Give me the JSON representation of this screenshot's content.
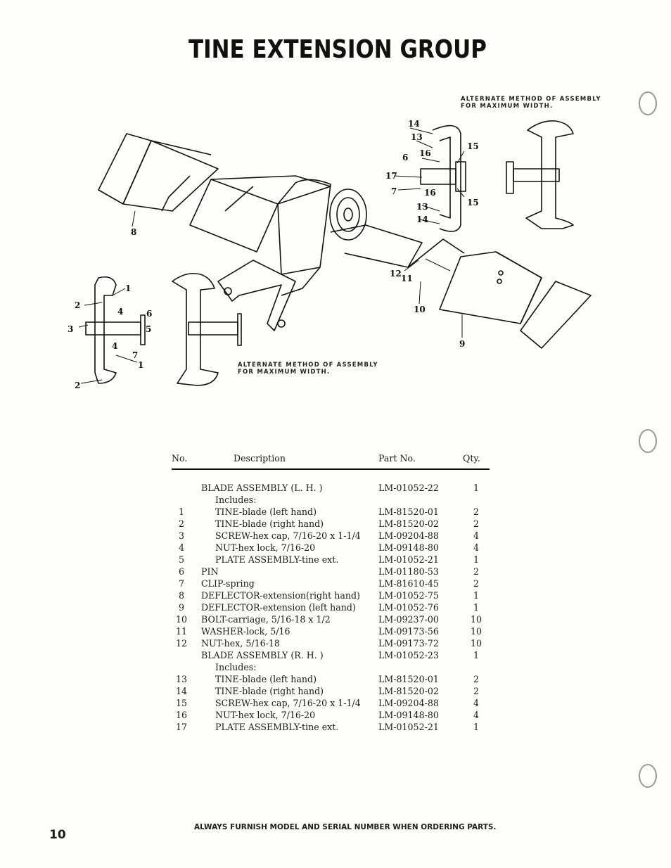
{
  "title": "TINE EXTENSION GROUP",
  "notes": {
    "top": [
      "ALTERNATE METHOD OF ASSEMBLY",
      "FOR MAXIMUM WIDTH."
    ],
    "bottom": [
      "ALTERNATE METHOD OF ASSEMBLY",
      "FOR MAXIMUM WIDTH."
    ]
  },
  "callouts": [
    "1",
    "2",
    "3",
    "4",
    "5",
    "6",
    "7",
    "8",
    "9",
    "10",
    "11",
    "12",
    "13",
    "14",
    "15",
    "16",
    "17"
  ],
  "table": {
    "headers": {
      "no": "No.",
      "description": "Description",
      "part_no": "Part No.",
      "qty": "Qty."
    },
    "rows": [
      {
        "no": "",
        "description": "BLADE ASSEMBLY (L. H. )",
        "part_no": "LM-01052-22",
        "qty": "1",
        "indent": 1
      },
      {
        "no": "",
        "description": "Includes:",
        "part_no": "",
        "qty": "",
        "indent": 2
      },
      {
        "no": "1",
        "description": "TINE-blade (left hand)",
        "part_no": "LM-81520-01",
        "qty": "2",
        "indent": 2
      },
      {
        "no": "2",
        "description": "TINE-blade (right hand)",
        "part_no": "LM-81520-02",
        "qty": "2",
        "indent": 2
      },
      {
        "no": "3",
        "description": "SCREW-hex cap, 7/16-20 x 1-1/4",
        "part_no": "LM-09204-88",
        "qty": "4",
        "indent": 2
      },
      {
        "no": "4",
        "description": "NUT-hex lock, 7/16-20",
        "part_no": "LM-09148-80",
        "qty": "4",
        "indent": 2
      },
      {
        "no": "5",
        "description": "PLATE ASSEMBLY-tine ext.",
        "part_no": "LM-01052-21",
        "qty": "1",
        "indent": 2
      },
      {
        "no": "6",
        "description": "PIN",
        "part_no": "LM-01180-53",
        "qty": "2",
        "indent": 1
      },
      {
        "no": "7",
        "description": "CLIP-spring",
        "part_no": "LM-81610-45",
        "qty": "2",
        "indent": 1
      },
      {
        "no": "8",
        "description": "DEFLECTOR-extension(right hand)",
        "part_no": "LM-01052-75",
        "qty": "1",
        "indent": 1
      },
      {
        "no": "9",
        "description": "DEFLECTOR-extension (left hand)",
        "part_no": "LM-01052-76",
        "qty": "1",
        "indent": 1
      },
      {
        "no": "10",
        "description": "BOLT-carriage, 5/16-18 x 1/2",
        "part_no": "LM-09237-00",
        "qty": "10",
        "indent": 1
      },
      {
        "no": "11",
        "description": "WASHER-lock, 5/16",
        "part_no": "LM-09173-56",
        "qty": "10",
        "indent": 1
      },
      {
        "no": "12",
        "description": "NUT-hex, 5/16-18",
        "part_no": "LM-09173-72",
        "qty": "10",
        "indent": 1
      },
      {
        "no": "",
        "description": "BLADE ASSEMBLY (R. H. )",
        "part_no": "LM-01052-23",
        "qty": "1",
        "indent": 1
      },
      {
        "no": "",
        "description": "Includes:",
        "part_no": "",
        "qty": "",
        "indent": 2
      },
      {
        "no": "13",
        "description": "TINE-blade (left hand)",
        "part_no": "LM-81520-01",
        "qty": "2",
        "indent": 2
      },
      {
        "no": "14",
        "description": "TINE-blade (right hand)",
        "part_no": "LM-81520-02",
        "qty": "2",
        "indent": 2
      },
      {
        "no": "15",
        "description": "SCREW-hex cap, 7/16-20 x 1-1/4",
        "part_no": "LM-09204-88",
        "qty": "4",
        "indent": 2
      },
      {
        "no": "16",
        "description": "NUT-hex lock, 7/16-20",
        "part_no": "LM-09148-80",
        "qty": "4",
        "indent": 2
      },
      {
        "no": "17",
        "description": "PLATE ASSEMBLY-tine ext.",
        "part_no": "LM-01052-21",
        "qty": "1",
        "indent": 2
      }
    ]
  },
  "footer": "ALWAYS FURNISH MODEL AND SERIAL NUMBER WHEN ORDERING PARTS.",
  "page_number": "10"
}
